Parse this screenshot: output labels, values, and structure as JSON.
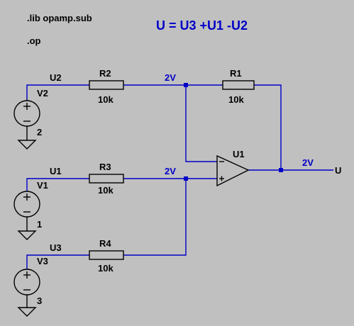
{
  "directives": {
    "lib": ".lib opamp.sub",
    "op": ".op"
  },
  "title_formula": "U = U3 +U1 -U2",
  "nets": {
    "u2": "U2",
    "u1": "U1",
    "u3": "U3",
    "out": "U",
    "v_inv": "2V",
    "v_noninv": "2V",
    "v_out": "2V"
  },
  "components": {
    "r2": {
      "name": "R2",
      "value": "10k"
    },
    "r1": {
      "name": "R1",
      "value": "10k"
    },
    "r3": {
      "name": "R3",
      "value": "10k"
    },
    "r4": {
      "name": "R4",
      "value": "10k"
    },
    "opamp": {
      "name": "U1"
    },
    "v2": {
      "name": "V2",
      "value": "2"
    },
    "v1": {
      "name": "V1",
      "value": "1"
    },
    "v3": {
      "name": "V3",
      "value": "3"
    }
  },
  "colors": {
    "background": "#c0c0c0",
    "wire": "#0000c8",
    "component": "#000000",
    "label": "#0000c8"
  }
}
